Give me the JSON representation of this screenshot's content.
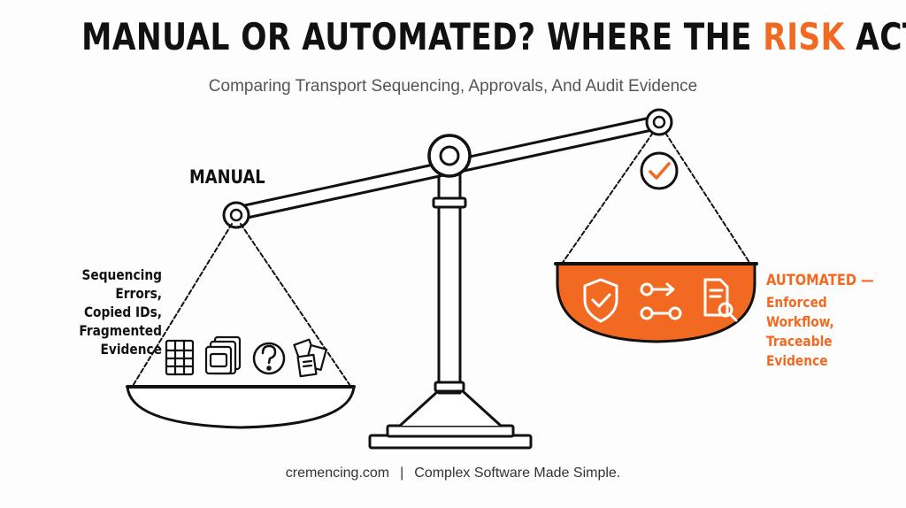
{
  "title": {
    "before": "MANUAL OR AUTOMATED? WHERE THE ",
    "highlight": "RISK",
    "after": " ACTUALLY HIDES"
  },
  "subtitle": "Comparing Transport Sequencing, Approvals, And Audit Evidence",
  "left": {
    "label": "MANUAL",
    "description": [
      "Sequencing Errors,",
      "Copied IDs,",
      "Fragmented",
      "Evidence"
    ],
    "icons": [
      "spreadsheet-icon",
      "copy-stack-icon",
      "question-icon",
      "scattered-documents-icon"
    ]
  },
  "right": {
    "title": "AUTOMATED —",
    "description": [
      "Enforced Workflow,",
      "Traceable Evidence"
    ],
    "icons": [
      "shield-check-icon",
      "workflow-icon",
      "document-search-icon"
    ],
    "badge_icon": "checkmark-icon"
  },
  "footer": {
    "site": "cremencing.com",
    "separator": "|",
    "tagline": "Complex Software Made Simple."
  },
  "colors": {
    "accent": "#f26a22",
    "ink": "#111111",
    "muted": "#555555"
  }
}
